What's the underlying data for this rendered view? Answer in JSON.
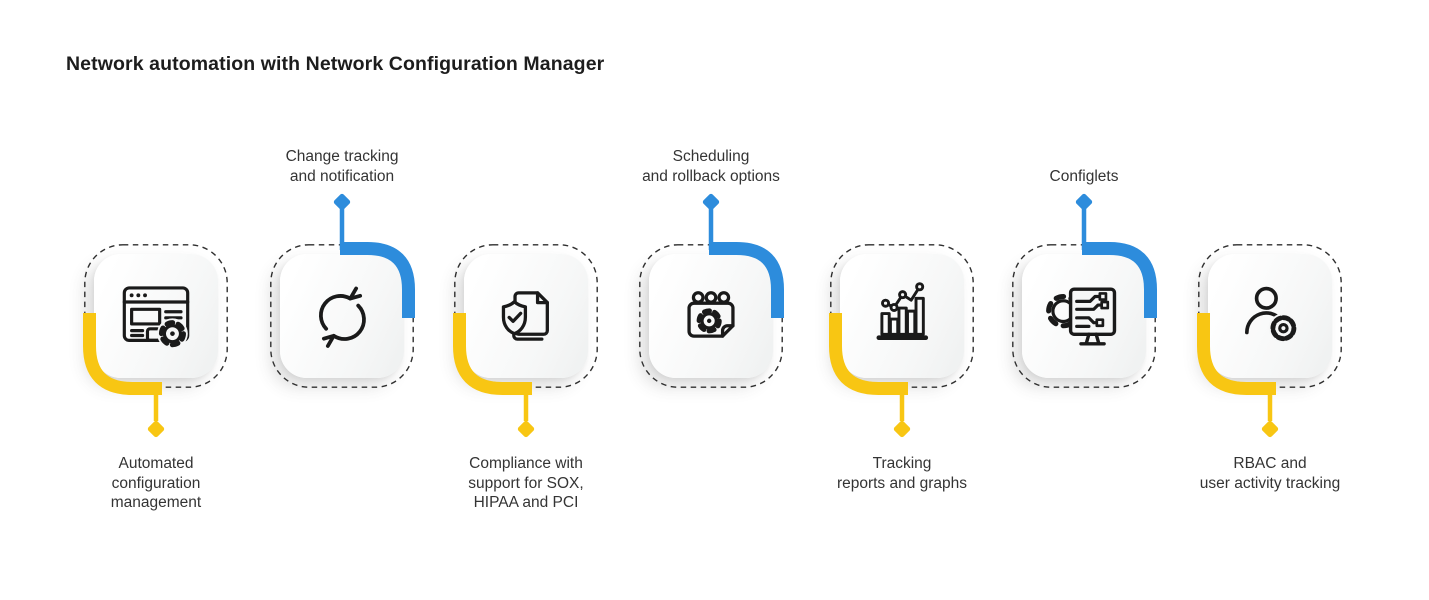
{
  "header": {
    "title": "Network automation with Network Configuration Manager"
  },
  "colors": {
    "accent_yellow": "#F8C613",
    "accent_blue": "#2D8CDC",
    "icon_stroke": "#1a1a1a",
    "title_text": "#1d1d1d",
    "label_text": "#343434",
    "tile_face": "#f6f7f7",
    "dashed_border": "#2f2f2f",
    "background": "#ffffff"
  },
  "features": [
    {
      "icon": "browser-gear-icon",
      "connector": "yellow-bottom-left",
      "label_lines": [
        "Automated",
        "configuration",
        "management"
      ]
    },
    {
      "icon": "sync-arrows-icon",
      "connector": "blue-top-right",
      "label_lines": [
        "Change tracking",
        "and notification"
      ]
    },
    {
      "icon": "compliance-shield-document-icon",
      "connector": "yellow-bottom-left",
      "label_lines": [
        "Compliance with",
        "support for SOX,",
        "HIPAA and PCI"
      ]
    },
    {
      "icon": "calendar-gear-icon",
      "connector": "blue-top-right",
      "label_lines": [
        "Scheduling",
        "and rollback options"
      ]
    },
    {
      "icon": "bar-line-chart-icon",
      "connector": "yellow-bottom-left",
      "label_lines": [
        "Tracking",
        "reports and graphs"
      ]
    },
    {
      "icon": "circuit-monitor-gear-icon",
      "connector": "blue-top-right",
      "label_lines": [
        "Configlets"
      ]
    },
    {
      "icon": "user-gear-icon",
      "connector": "yellow-bottom-left",
      "label_lines": [
        "RBAC and",
        "user activity tracking"
      ]
    }
  ]
}
